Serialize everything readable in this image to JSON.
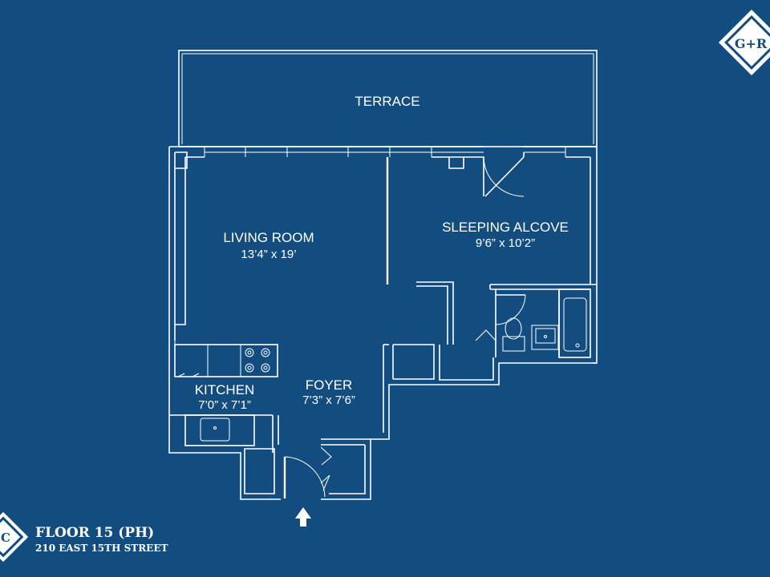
{
  "rooms": {
    "terrace": {
      "label": "TERRACE"
    },
    "living_room": {
      "label": "LIVING ROOM",
      "dims": "13’4” x 19’"
    },
    "sleeping_alcove": {
      "label": "SLEEPING ALCOVE",
      "dims": "9’6” x 10’2”"
    },
    "kitchen": {
      "label": "KITCHEN",
      "dims": "7’0” x 7’1”"
    },
    "foyer": {
      "label": "FOYER",
      "dims": "7’3” x 7’6”"
    }
  },
  "footer": {
    "floor": "FLOOR 15 (PH)",
    "address": "210 EAST 15TH STREET",
    "logo_left_letter": "C"
  },
  "logo": {
    "text": "G+R"
  },
  "colors": {
    "background": "#134d80",
    "lines": "#ffffff"
  },
  "icons": [
    "entry-arrow-icon",
    "brand-logo-icon",
    "corner-badge-icon"
  ]
}
